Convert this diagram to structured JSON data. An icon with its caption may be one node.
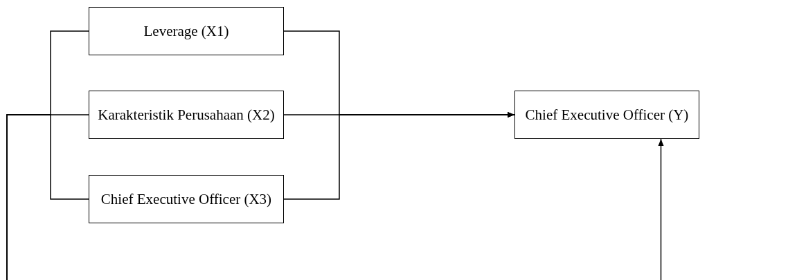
{
  "diagram": {
    "nodes": [
      {
        "text": [
          "Leverage (X1)"
        ]
      },
      {
        "text": [
          "Karakteristik Perusahaan (X2)"
        ]
      },
      {
        "text": [
          "Chief Executive Officer (X3)"
        ]
      },
      {
        "text": [
          "Chief Executive Officer (Y)"
        ]
      }
    ],
    "edges": [
      {
        "from": 0,
        "to": 3,
        "arrow": "to"
      },
      {
        "from": 1,
        "to": 3,
        "arrow": "to"
      },
      {
        "from": 2,
        "to": 3,
        "arrow": "to"
      },
      {
        "from": null,
        "to": 0,
        "arrow": "none"
      },
      {
        "from": null,
        "to": 1,
        "arrow": "none"
      },
      {
        "from": null,
        "to": 2,
        "arrow": "none"
      },
      {
        "from": null,
        "to": 3,
        "arrow": "to"
      }
    ]
  }
}
